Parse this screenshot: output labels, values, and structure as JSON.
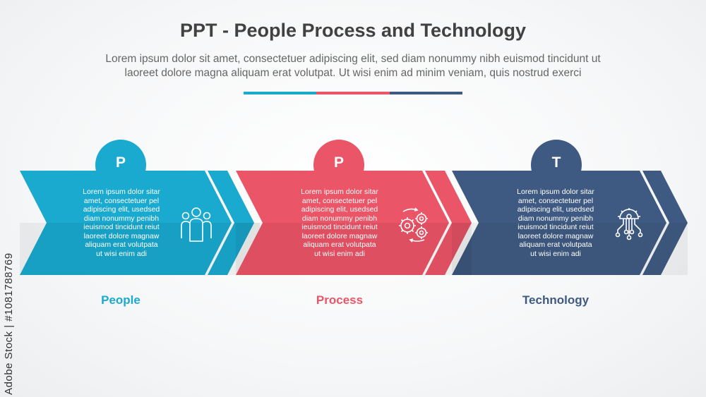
{
  "header": {
    "title": "PPT - People Process and Technology",
    "subtitle_line1": "Lorem ipsum dolor sit amet, consectetuer adipiscing elit, sed diam nonummy nibh euismod tincidunt ut",
    "subtitle_line2": "laoreet dolore magna aliquam erat volutpat. Ut wisi enim ad minim veniam, quis nostrud exerci"
  },
  "colors": {
    "people": "#1aa9cf",
    "process": "#ea5567",
    "technology": "#3f5a82"
  },
  "steps": [
    {
      "letter": "P",
      "label": "People",
      "icon": "people-group-icon",
      "body": [
        "Lorem ipsum dolor sitar",
        "amet, consectetuer pel",
        "adipiscing elit, usedsed",
        "diam nonummy penibh",
        "ieuismod tincidunt reiut",
        "laoreet dolore magnaw",
        "aliquam erat volutpata",
        "ut wisi enim adi"
      ]
    },
    {
      "letter": "P",
      "label": "Process",
      "icon": "gears-cycle-icon",
      "body": [
        "Lorem ipsum dolor sitar",
        "amet, consectetuer pel",
        "adipiscing elit, usedsed",
        "diam nonummy penibh",
        "ieuismod tincidunt reiut",
        "laoreet dolore magnaw",
        "aliquam erat volutpata",
        "ut wisi enim adi"
      ]
    },
    {
      "letter": "T",
      "label": "Technology",
      "icon": "gear-circuit-icon",
      "body": [
        "Lorem ipsum dolor sitar",
        "amet, consectetuer pel",
        "adipiscing elit, usedsed",
        "diam nonummy penibh",
        "ieuismod tincidunt reiut",
        "laoreet dolore magnaw",
        "aliquam erat volutpata",
        "ut wisi enim adi"
      ]
    }
  ],
  "watermark": "Adobe Stock | #1081788769"
}
